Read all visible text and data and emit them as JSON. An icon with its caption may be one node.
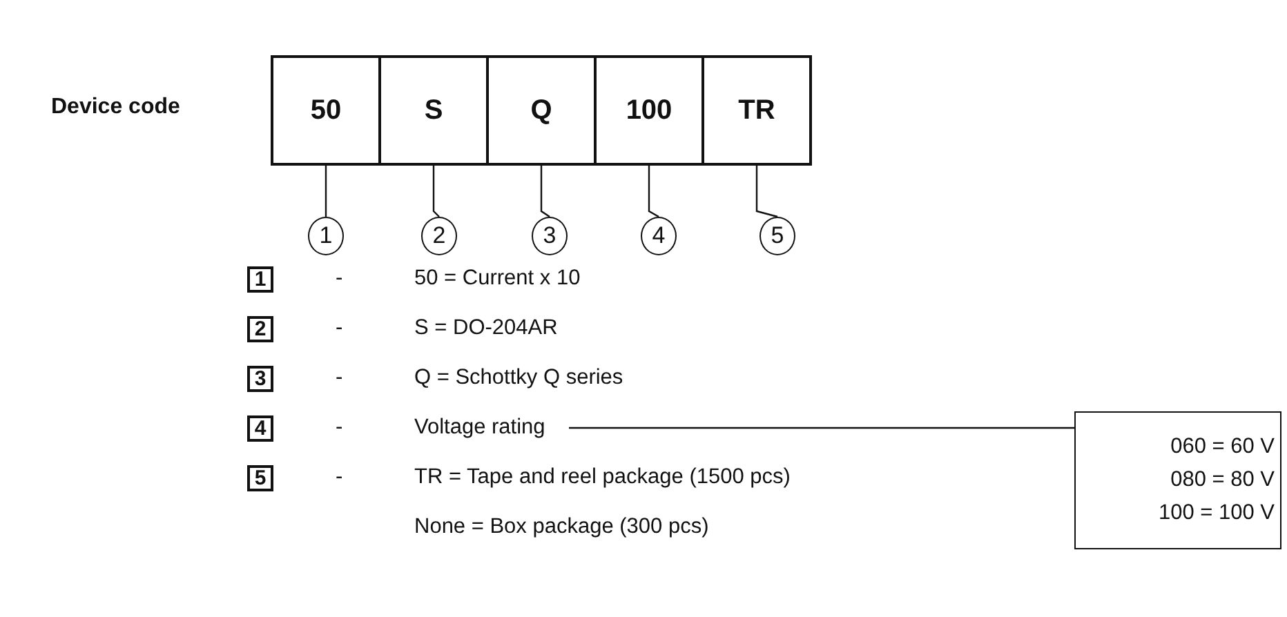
{
  "diagram": {
    "nodes": [
      {
        "text": [
          "50"
        ]
      },
      {
        "text": [
          "S"
        ]
      },
      {
        "text": [
          "Q"
        ]
      },
      {
        "text": [
          "100"
        ]
      },
      {
        "text": [
          "TR"
        ]
      },
      {
        "text": [
          "1"
        ]
      },
      {
        "text": [
          "2"
        ]
      },
      {
        "text": [
          "3"
        ]
      },
      {
        "text": [
          "4"
        ]
      },
      {
        "text": [
          "5"
        ]
      },
      {
        "text": [
          "1"
        ]
      },
      {
        "text": [
          "2"
        ]
      },
      {
        "text": [
          "3"
        ]
      },
      {
        "text": [
          "4"
        ]
      },
      {
        "text": [
          "5"
        ]
      },
      {
        "text": [
          "Voltage rating"
        ]
      },
      {
        "text": [
          "060 = 60 V",
          "080 = 80 V",
          "100 = 100 V"
        ]
      }
    ],
    "edges": [
      {
        "from": 0,
        "to": 5,
        "arrow": "none"
      },
      {
        "from": 1,
        "to": 6,
        "arrow": "none"
      },
      {
        "from": 2,
        "to": 7,
        "arrow": "none"
      },
      {
        "from": 3,
        "to": 8,
        "arrow": "none"
      },
      {
        "from": 4,
        "to": 9,
        "arrow": "none"
      },
      {
        "from": 15,
        "to": 16,
        "arrow": "none"
      }
    ],
    "labels": [
      "Device code",
      "-",
      "50 = Current x 10",
      "-",
      "S = DO-204AR",
      "-",
      "Q = Schottky Q series",
      "-",
      "-",
      "TR = Tape and reel package (1500 pcs)",
      "None = Box package (300 pcs)"
    ]
  }
}
